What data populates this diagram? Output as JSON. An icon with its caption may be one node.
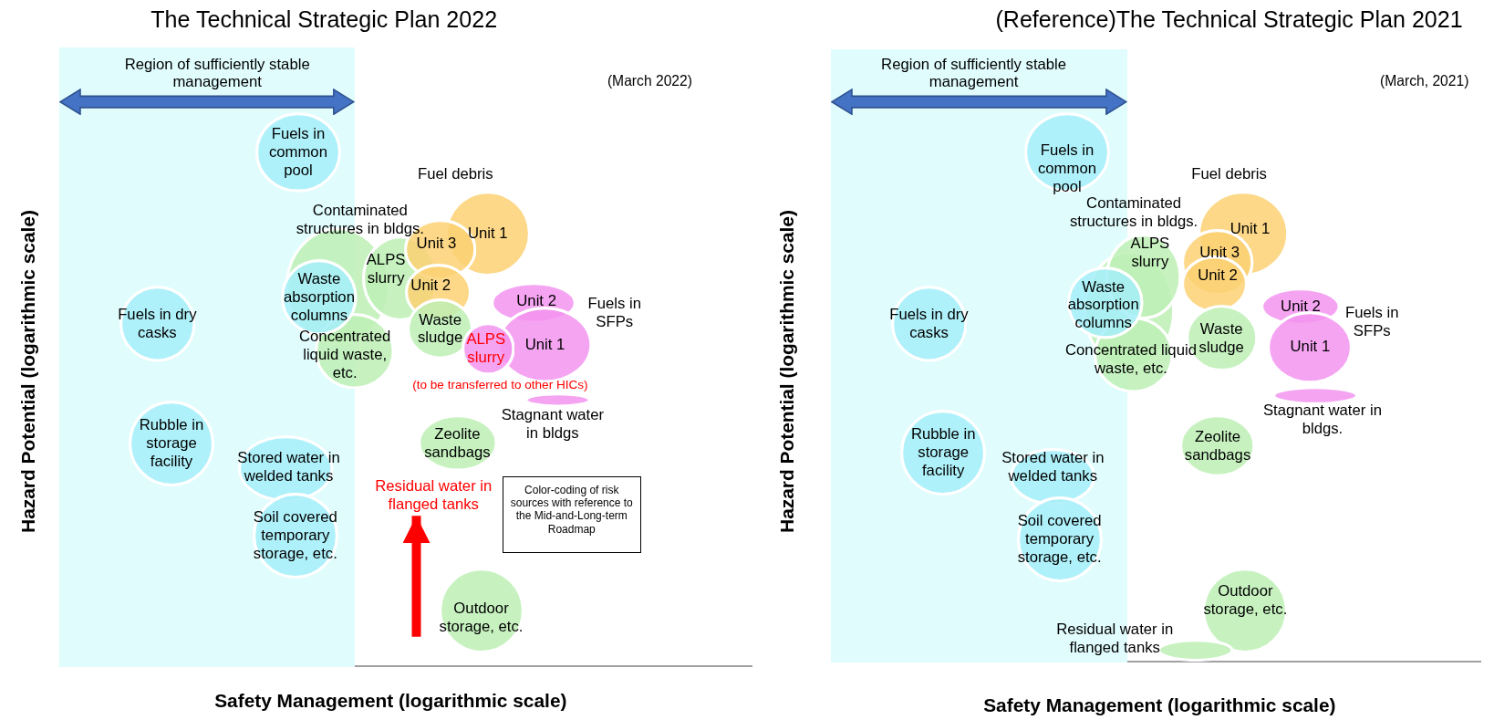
{
  "diagram": {
    "nodes": [
      {
        "text": [
          "The Technical Strategic Plan 2022"
        ]
      },
      {
        "text": [
          "Region of sufficiently stable management"
        ],
        "in": 0
      },
      {
        "text": [
          "Fuels in common pool"
        ],
        "in": 1
      },
      {
        "text": [
          "Unit 1"
        ],
        "beside": [
          "Fuel debris"
        ],
        "in": 0
      },
      {
        "text": [
          "Contaminated structures in bldgs."
        ],
        "in": 0
      },
      {
        "text": [
          "ALPS slurry"
        ],
        "in": 0
      },
      {
        "text": [
          "Unit 3"
        ],
        "in": 0
      },
      {
        "text": [
          "Waste absorption columns"
        ]
      },
      {
        "text": [
          "Unit 2"
        ],
        "in": 0
      },
      {
        "text": [
          "Fuels in dry casks"
        ],
        "in": 1
      },
      {
        "text": [
          "Waste sludge"
        ],
        "in": 0
      },
      {
        "text": [
          "Unit 2"
        ],
        "in": 0
      },
      {
        "text": [
          "Unit 1"
        ],
        "beside": [
          "Fuels in SFPs"
        ],
        "in": 0
      },
      {
        "text": [
          "Concentrated liquid waste, etc."
        ],
        "in": 0
      },
      {
        "text": [
          "ALPS slurry",
          "(to be transferred to other HICs)"
        ],
        "in": 0
      },
      {
        "text": [
          "Stagnant water in bldgs"
        ],
        "in": 0
      },
      {
        "text": [
          "Zeolite sandbags"
        ],
        "in": 0
      },
      {
        "text": [
          "Rubble in storage facility"
        ],
        "in": 1
      },
      {
        "text": [
          "Stored water in welded tanks"
        ],
        "in": 1
      },
      {
        "text": [
          "Residual water in flanged tanks"
        ],
        "in": 0
      },
      {
        "text": [
          "Color-coding of risk sources with reference to the Mid-and-Long-term Roadmap"
        ],
        "in": 0
      },
      {
        "text": [
          "Soil covered temporary storage, etc."
        ],
        "in": 1
      },
      {
        "text": [
          "Outdoor storage, etc."
        ],
        "in": 0
      },
      {
        "text": [
          "(Reference)The Technical Strategic Plan 2021"
        ]
      },
      {
        "text": [
          "Region of sufficiently stable management"
        ],
        "in": 23
      },
      {
        "text": [
          "Fuels in common pool"
        ],
        "in": 24
      },
      {
        "text": [
          "Unit 1"
        ],
        "beside": [
          "Fuel debris"
        ],
        "in": 23
      },
      {
        "text": [
          "Contaminated structures in bldgs."
        ],
        "in": 23
      },
      {
        "text": [
          "Unit 3"
        ],
        "in": 23
      },
      {
        "text": [
          "ALPS slurry"
        ],
        "in": 27
      },
      {
        "text": [
          "Waste absorption columns"
        ]
      },
      {
        "text": [
          "Unit 2"
        ],
        "in": 23
      },
      {
        "text": [
          "Unit 2"
        ],
        "in": 23
      },
      {
        "text": [
          "Fuels in dry casks"
        ],
        "in": 24
      },
      {
        "text": [
          "Unit 1"
        ],
        "beside": [
          "Fuels in SFPs"
        ],
        "in": 23
      },
      {
        "text": [
          "Waste sludge"
        ],
        "in": 23
      },
      {
        "text": [
          "Concentrated liquid waste, etc."
        ],
        "in": 23
      },
      {
        "text": [
          "Stagnant water in bldgs."
        ],
        "in": 23
      },
      {
        "text": [
          "Rubble in storage facility"
        ],
        "in": 24
      },
      {
        "text": [
          "Zeolite sandbags"
        ],
        "in": 23
      },
      {
        "text": [
          "Stored water in welded tanks"
        ],
        "in": 24
      },
      {
        "text": [
          "Soil covered temporary storage, etc."
        ],
        "in": 24
      },
      {
        "text": [
          "Outdoor storage, etc."
        ],
        "in": 23
      },
      {
        "text": [
          "Residual water in flanged tanks"
        ],
        "in": 23
      }
    ],
    "edges": [
      {
        "from": null,
        "to": 19,
        "arrow": "to",
        "color": "#ff0000"
      }
    ],
    "labels": [
      "(March 2022)",
      "(March, 2021)",
      "Hazard Potential (logarithmic scale)",
      "Hazard Potential (logarithmic scale)",
      "Safety Management (logarithmic scale)",
      "Safety Management (logarithmic scale)"
    ]
  }
}
